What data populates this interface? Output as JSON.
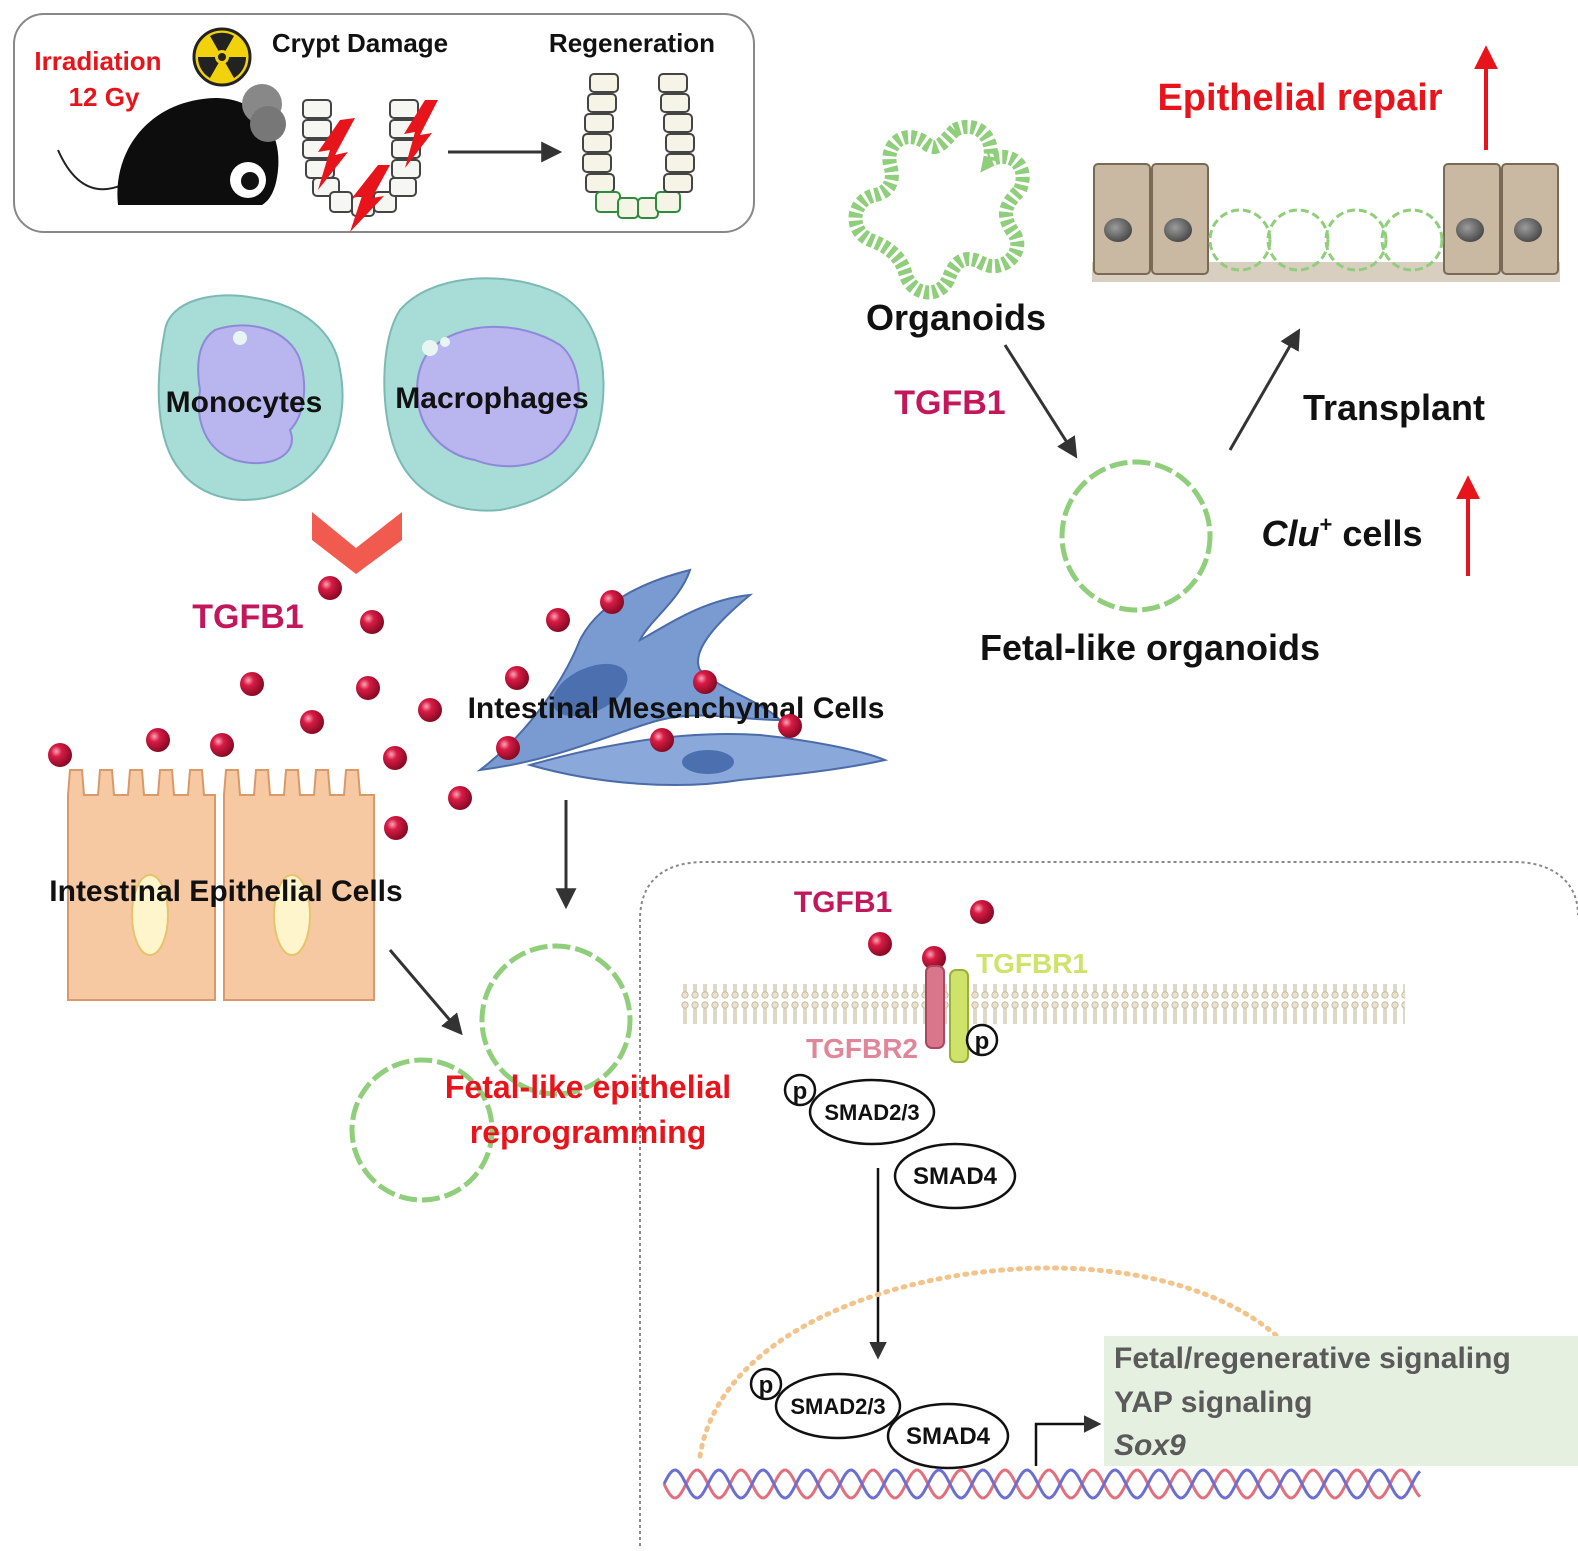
{
  "panel_top": {
    "irradiation": "Irradiation",
    "dose": "12 Gy",
    "crypt_damage": "Crypt Damage",
    "regeneration": "Regeneration"
  },
  "immune": {
    "monocytes": "Monocytes",
    "macrophages": "Macrophages"
  },
  "secreted_factor": "TGFB1",
  "mesenchymal": "Intestinal Mesenchymal Cells",
  "epithelial": "Intestinal Epithelial Cells",
  "reprogramming": {
    "line1": "Fetal-like epithelial",
    "line2": "reprogramming"
  },
  "organoid_panel": {
    "organoids": "Organoids",
    "tgfb1": "TGFB1",
    "fetal_like": "Fetal-like organoids",
    "transplant": "Transplant",
    "clu_gene": "Clu",
    "clu_sup": "+",
    "clu_rest": " cells",
    "epithelial_repair": "Epithelial repair"
  },
  "signaling": {
    "ligand": "TGFB1",
    "receptor1": "TGFBR1",
    "receptor2": "TGFBR2",
    "phospho": "p",
    "smad23": "SMAD2/3",
    "smad4": "SMAD4",
    "targets": [
      "Fetal/regenerative signaling",
      "YAP signaling",
      "Sox9"
    ]
  },
  "colors": {
    "red": "#e8141c",
    "magenta": "#c2185b",
    "organoid_green": "#8fce7a",
    "tgfbr1": "#cfe36a",
    "tgfbr2": "#d9768c",
    "monocyte": "#a8dcd6",
    "nucleus": "#b9b5ee",
    "epithelial": "#f7c9a3",
    "mesenchymal": "#6e8fc8",
    "target_bg": "#e6f0e0"
  }
}
